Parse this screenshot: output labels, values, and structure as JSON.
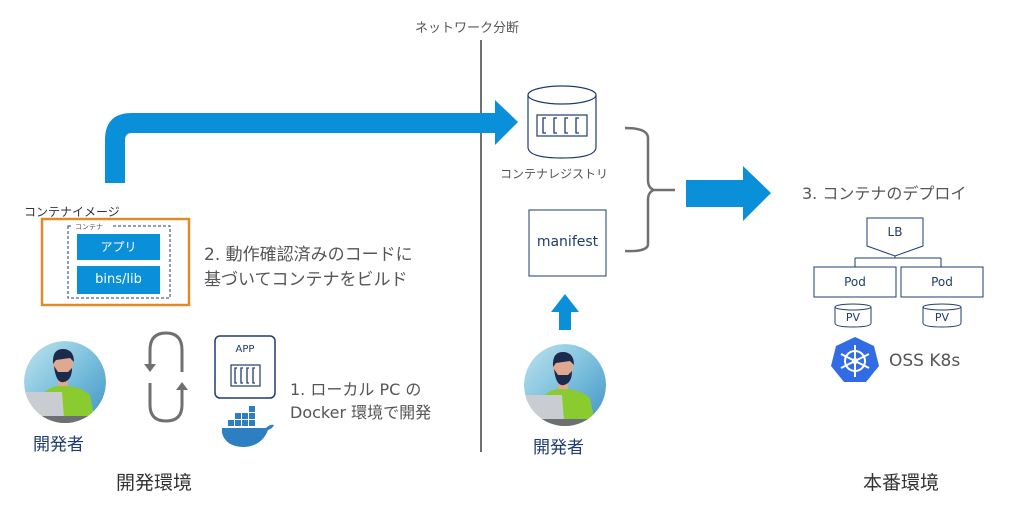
{
  "network_divider": {
    "label": "ネットワーク分断"
  },
  "left_zone": {
    "label": "開発環境",
    "container_image": {
      "label": "コンテナイメージ",
      "container_label": "コンテナ",
      "layers": [
        "アプリ",
        "bins/lib"
      ]
    },
    "step2": {
      "line1": "2. 動作確認済みのコードに",
      "line2": "基づいてコンテナをビルド"
    },
    "step1": {
      "line1": "1. ローカル PC の",
      "line2": "Docker 環境で開発"
    },
    "developer": {
      "label": "開発者"
    },
    "app_icon": {
      "label": "APP"
    }
  },
  "middle_zone": {
    "registry": {
      "label": "コンテナレジストリ"
    },
    "manifest": {
      "label": "manifest"
    },
    "developer": {
      "label": "開発者"
    }
  },
  "right_zone": {
    "label": "本番環境",
    "step3": {
      "label": "3. コンテナのデプロイ"
    },
    "lb": {
      "label": "LB"
    },
    "pods": [
      "Pod",
      "Pod"
    ],
    "volumes": [
      "PV",
      "PV"
    ],
    "k8s": {
      "label": "OSS K8s"
    }
  },
  "colors": {
    "arrow_blue": "#0a8fd9",
    "orange": "#e08a2a",
    "navy": "#1f3c70",
    "gray_line": "#707070",
    "k8s_blue": "#326ce5",
    "docker_blue": "#2d7fc1",
    "shirt_green": "#8acb2f"
  }
}
